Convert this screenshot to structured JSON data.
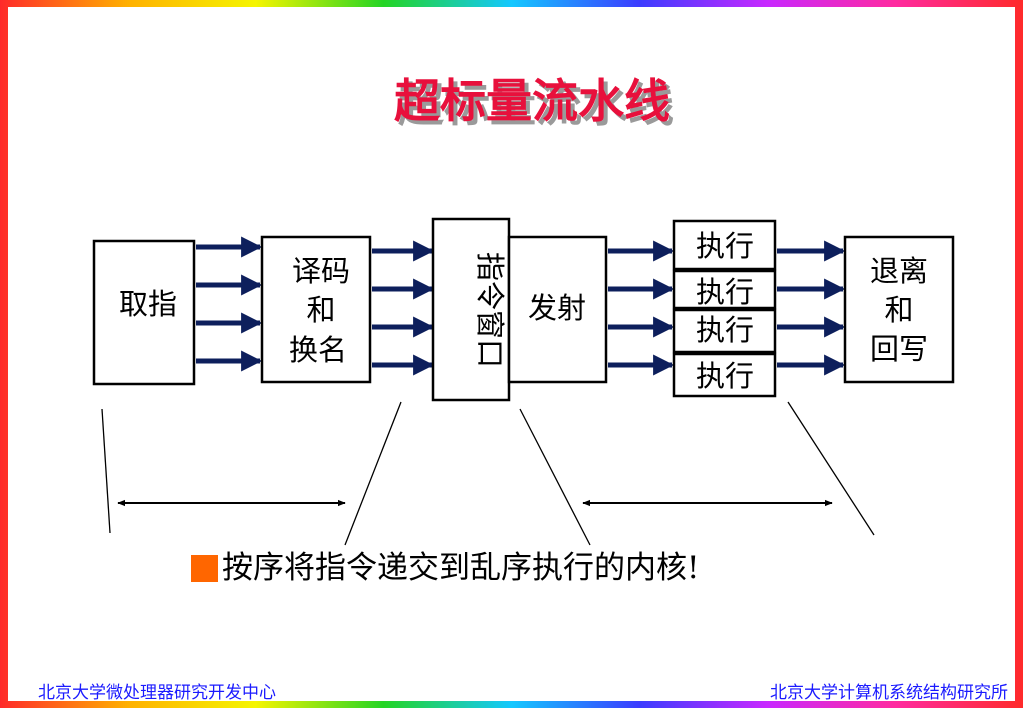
{
  "title": "超标量流水线",
  "stages": {
    "fetch": "取指",
    "decode_rename": [
      "译码",
      "和",
      "换名"
    ],
    "window": "指令窗口",
    "issue": "发射",
    "execute": [
      "执行",
      "执行",
      "执行",
      "执行"
    ],
    "retire_writeback": [
      "退离",
      "和",
      "回写"
    ]
  },
  "note": {
    "bullet_color": "#ff6600",
    "text": "按序将指令递交到乱序执行的内核!"
  },
  "footer": {
    "left": "北京大学微处理器研究开发中心",
    "right": "北京大学计算机系统结构研究所"
  },
  "colors": {
    "title": "#e8103c",
    "arrow": "#0d1f5c",
    "footer_text": "#1a1aff"
  }
}
